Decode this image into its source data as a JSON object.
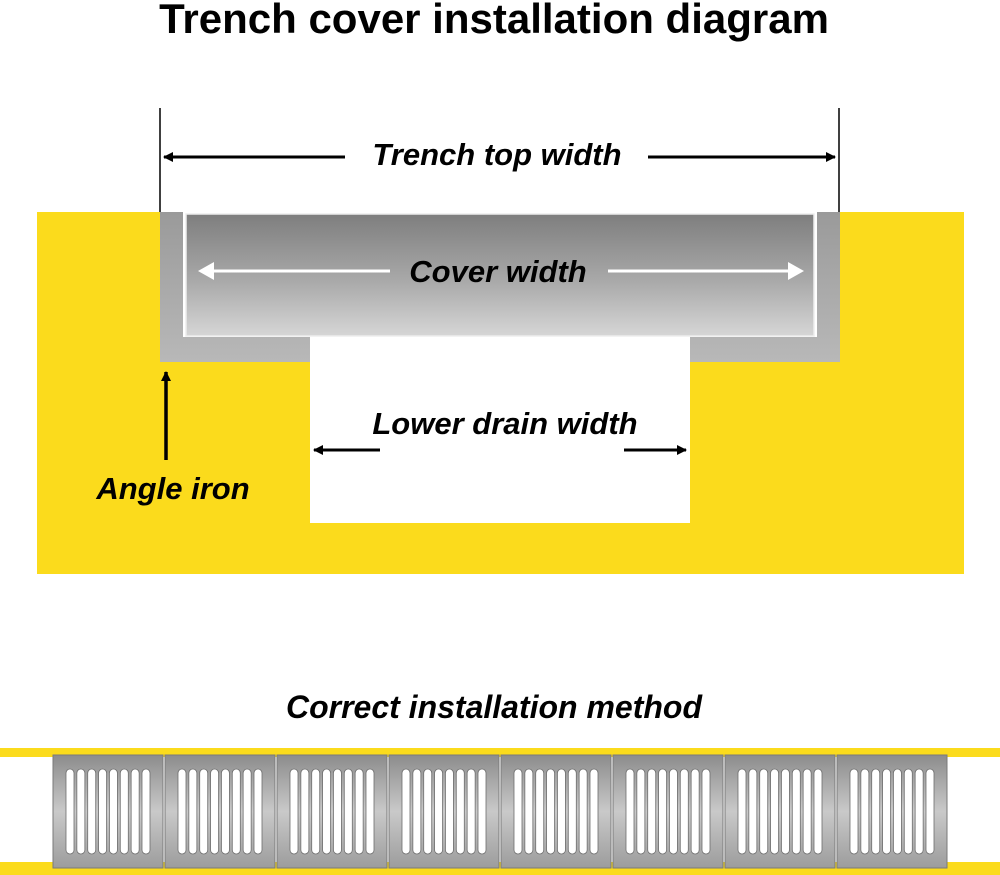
{
  "title": "Trench cover installation diagram",
  "labels": {
    "trench_top_width": "Trench top width",
    "cover_width": "Cover width",
    "lower_drain_width": "Lower drain width",
    "angle_iron": "Angle iron",
    "correct_method": "Correct installation method"
  },
  "grates": {
    "count": 8,
    "slots_per_grate": 8
  },
  "colors": {
    "concrete": "#FBDB1C",
    "steel_light": "#D2D2D2",
    "steel_dark": "#8E8E8E",
    "angle_iron": "#A6A6A6",
    "black_arrow": "#000000",
    "white_arrow": "#FFFFFF"
  }
}
